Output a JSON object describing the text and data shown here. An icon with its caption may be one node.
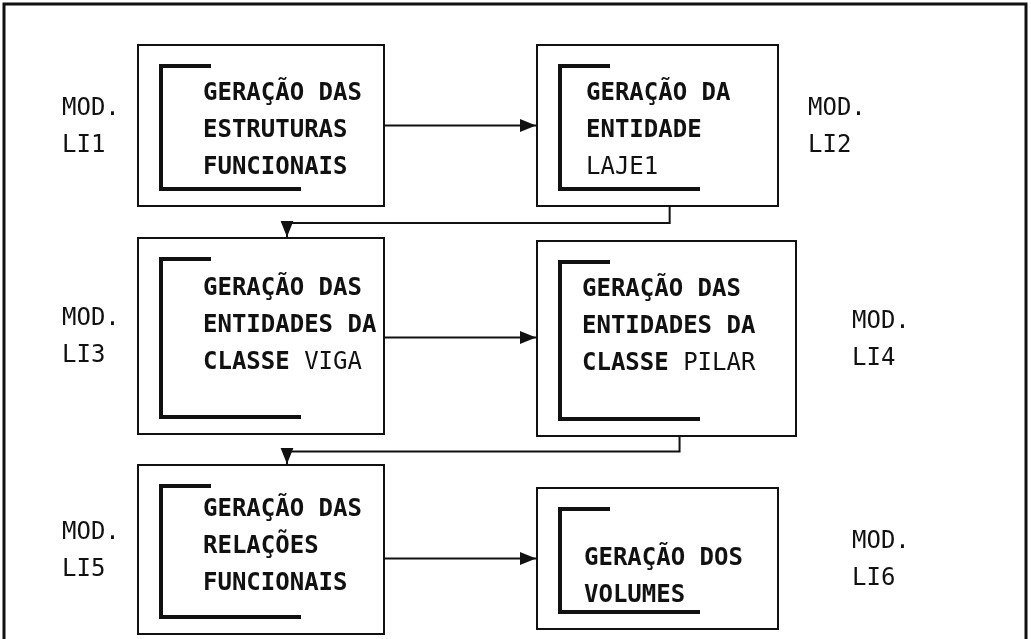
{
  "diagram": {
    "nodes": [
      {
        "text": [
          "GERAÇÃO DAS ESTRUTURAS FUNCIONAIS"
        ],
        "beside": [
          "MOD. LI1"
        ]
      },
      {
        "text": [
          "**GERAÇÃO DA ENTIDADE** LAJE1"
        ],
        "beside": [
          "MOD. LI2"
        ]
      },
      {
        "text": [
          "**GERAÇÃO DAS ENTIDADES DA CLASSE** VIGA"
        ],
        "beside": [
          "MOD. LI3"
        ]
      },
      {
        "text": [
          "**GERAÇÃO DAS ENTIDADES DA CLASSE** PILAR"
        ],
        "beside": [
          "MOD. LI4"
        ]
      },
      {
        "text": [
          "GERAÇÃO DAS RELAÇÕES FUNCIONAIS"
        ],
        "beside": [
          "MOD. LI5"
        ]
      },
      {
        "text": [
          "GERAÇÃO DOS VOLUMES"
        ],
        "beside": [
          "MOD. LI6"
        ]
      }
    ],
    "edges": [
      {
        "from": 0,
        "to": 1,
        "arrow": "to"
      },
      {
        "from": 1,
        "to": 2,
        "arrow": "to"
      },
      {
        "from": 2,
        "to": 3,
        "arrow": "to"
      },
      {
        "from": 3,
        "to": 4,
        "arrow": "to"
      },
      {
        "from": 4,
        "to": 5,
        "arrow": "to"
      }
    ]
  }
}
